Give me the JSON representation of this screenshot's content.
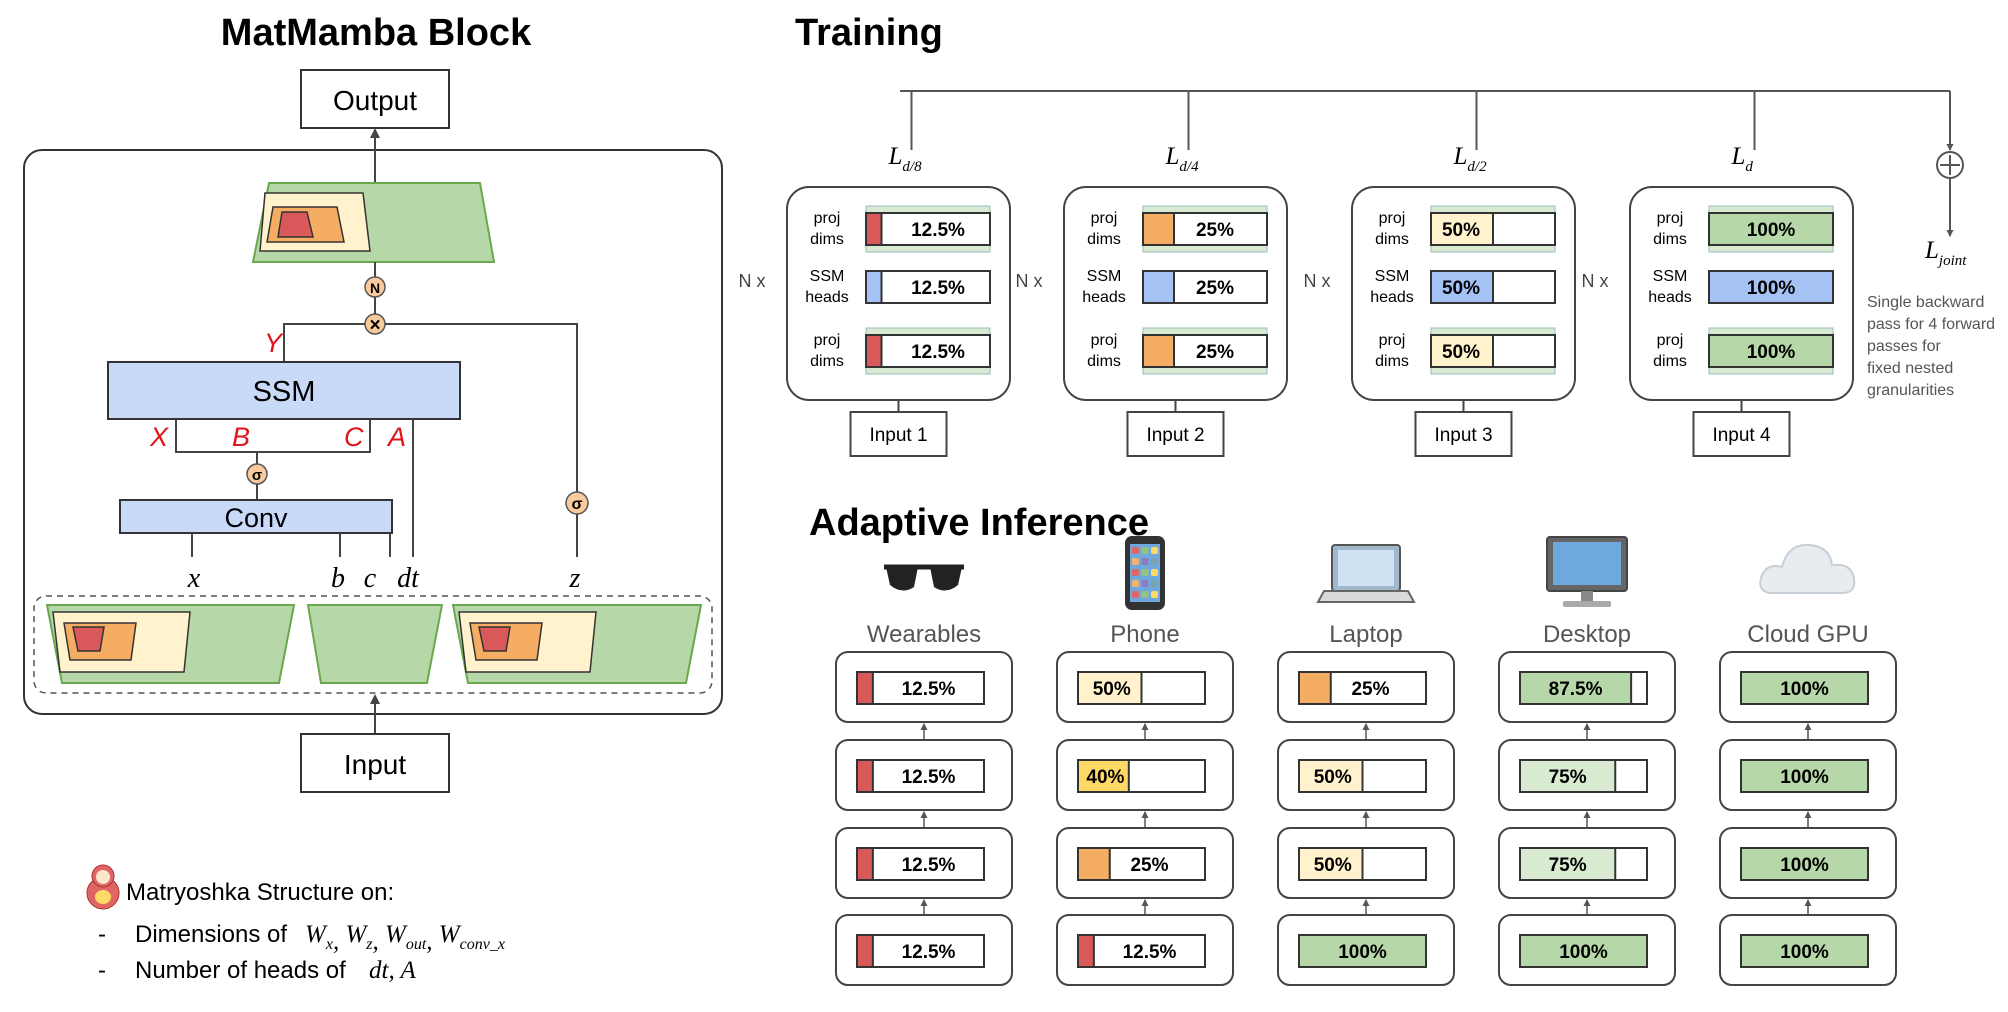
{
  "colors": {
    "red": "#d9595a",
    "orange": "#f4ad62",
    "yellow_light": "#fff2cc",
    "yellow": "#ffd966",
    "blue": "#a4c2f4",
    "green": "#b6d7a8",
    "green_light": "#d9ead3",
    "green_dark": "#6aa84f",
    "ssm_blue": "#c9daf8",
    "bead": "#f9cb9c",
    "red_text": "#e0131a"
  },
  "left": {
    "title": "MatMamba Block",
    "output_label": "Output",
    "input_label": "Input",
    "ssm_label": "SSM",
    "conv_label": "Conv",
    "norm_symbol": "N",
    "multiply_symbol": "×",
    "sigma_symbol": "σ",
    "signals": {
      "Y": "Y",
      "X": "X",
      "B": "B",
      "C": "C",
      "A": "A"
    },
    "inputs": {
      "x": "x",
      "b": "b",
      "c": "c",
      "dt": "dt",
      "z": "z"
    },
    "legend_title": "Matryoshka Structure on:",
    "legend_dash": "-",
    "legend_line1_text": "Dimensions of",
    "legend_line1_math": [
      {
        "base": "W",
        "sub": "x",
        "sep": ","
      },
      {
        "base": "W",
        "sub": "z",
        "sep": ","
      },
      {
        "base": "W",
        "sub": "out",
        "sep": ","
      },
      {
        "base": "W",
        "sub": "conv_x",
        "sep": ""
      }
    ],
    "legend_line2_text": "Number of heads of",
    "legend_line2_math": "dt, A"
  },
  "training": {
    "title": "Training",
    "joint_loss": {
      "base": "L",
      "sub": "joint"
    },
    "plus_symbol": "+",
    "note_lines": [
      "Single backward",
      "pass for 4 forward",
      "passes for",
      "fixed nested",
      "granularities"
    ],
    "repeat_label": "N x",
    "row_labels": [
      [
        "proj",
        "dims"
      ],
      [
        "SSM",
        "heads"
      ],
      [
        "proj",
        "dims"
      ]
    ],
    "models": [
      {
        "loss_sub": "d/8",
        "input": "Input 1",
        "proj": "12.5%",
        "ssm": "12.5%",
        "proj_frac": 0.125,
        "ssm_frac": 0.125,
        "proj_color": "#d9595a"
      },
      {
        "loss_sub": "d/4",
        "input": "Input 2",
        "proj": "25%",
        "ssm": "25%",
        "proj_frac": 0.25,
        "ssm_frac": 0.25,
        "proj_color": "#f4ad62"
      },
      {
        "loss_sub": "d/2",
        "input": "Input 3",
        "proj": "50%",
        "ssm": "50%",
        "proj_frac": 0.5,
        "ssm_frac": 0.5,
        "proj_color": "#fff2cc"
      },
      {
        "loss_sub": "d",
        "input": "Input 4",
        "proj": "100%",
        "ssm": "100%",
        "proj_frac": 1.0,
        "ssm_frac": 1.0,
        "proj_color": "#b6d7a8"
      }
    ],
    "loss_base": "L"
  },
  "inference": {
    "title": "Adaptive Inference",
    "devices": [
      {
        "name": "Wearables",
        "icon": "sunglasses-icon",
        "layers": [
          {
            "label": "12.5%",
            "frac": 0.125,
            "color": "#d9595a"
          },
          {
            "label": "12.5%",
            "frac": 0.125,
            "color": "#d9595a"
          },
          {
            "label": "12.5%",
            "frac": 0.125,
            "color": "#d9595a"
          },
          {
            "label": "12.5%",
            "frac": 0.125,
            "color": "#d9595a"
          }
        ]
      },
      {
        "name": "Phone",
        "icon": "phone-icon",
        "layers": [
          {
            "label": "50%",
            "frac": 0.5,
            "color": "#fff2cc"
          },
          {
            "label": "40%",
            "frac": 0.4,
            "color": "#ffd966"
          },
          {
            "label": "25%",
            "frac": 0.25,
            "color": "#f4ad62"
          },
          {
            "label": "12.5%",
            "frac": 0.125,
            "color": "#d9595a"
          }
        ]
      },
      {
        "name": "Laptop",
        "icon": "laptop-icon",
        "layers": [
          {
            "label": "25%",
            "frac": 0.25,
            "color": "#f4ad62"
          },
          {
            "label": "50%",
            "frac": 0.5,
            "color": "#fff2cc"
          },
          {
            "label": "50%",
            "frac": 0.5,
            "color": "#fff2cc"
          },
          {
            "label": "100%",
            "frac": 1.0,
            "color": "#b6d7a8"
          }
        ]
      },
      {
        "name": "Desktop",
        "icon": "desktop-icon",
        "layers": [
          {
            "label": "87.5%",
            "frac": 0.875,
            "color": "#b6d7a8"
          },
          {
            "label": "75%",
            "frac": 0.75,
            "color": "#d9ead3"
          },
          {
            "label": "75%",
            "frac": 0.75,
            "color": "#d9ead3"
          },
          {
            "label": "100%",
            "frac": 1.0,
            "color": "#b6d7a8"
          }
        ]
      },
      {
        "name": "Cloud GPU",
        "icon": "cloud-icon",
        "layers": [
          {
            "label": "100%",
            "frac": 1.0,
            "color": "#b6d7a8"
          },
          {
            "label": "100%",
            "frac": 1.0,
            "color": "#b6d7a8"
          },
          {
            "label": "100%",
            "frac": 1.0,
            "color": "#b6d7a8"
          },
          {
            "label": "100%",
            "frac": 1.0,
            "color": "#b6d7a8"
          }
        ]
      }
    ]
  }
}
